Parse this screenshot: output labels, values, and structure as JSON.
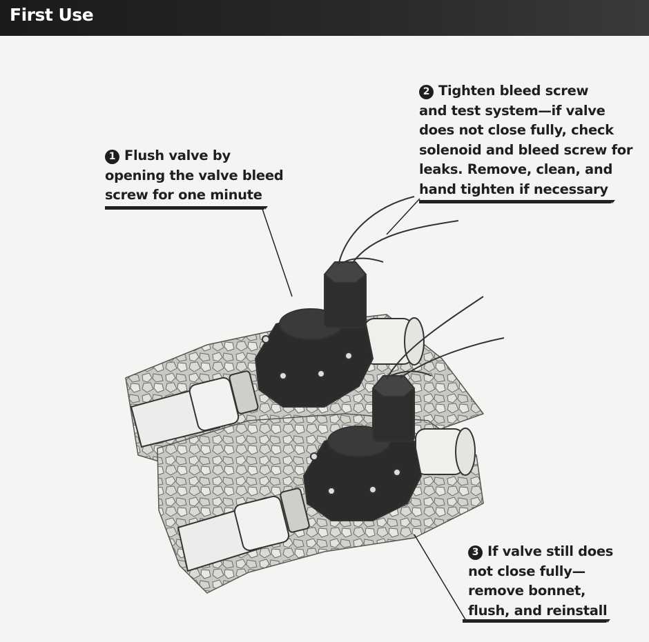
{
  "header": {
    "title": "First Use"
  },
  "steps": [
    {
      "number": "1",
      "lines": [
        "Flush valve by",
        "opening the valve bleed",
        "screw for one minute"
      ]
    },
    {
      "number": "2",
      "lines": [
        "Tighten bleed screw",
        "and test system—if valve",
        "does not close fully, check",
        "solenoid and bleed screw for",
        "leaks. Remove, clean, and",
        "hand tighten if necessary"
      ]
    },
    {
      "number": "3",
      "lines": [
        "If valve still does",
        "not close fully—",
        "remove bonnet,",
        "flush, and reinstall"
      ]
    }
  ],
  "illustration": {
    "subject": "two-irrigation-valves-in-gravel-bed",
    "colors": {
      "valve_body": "#2a2a2a",
      "pipe": "#e6e6e2",
      "gravel": "#bdbdb8",
      "ink": "#1e1e1e"
    }
  }
}
